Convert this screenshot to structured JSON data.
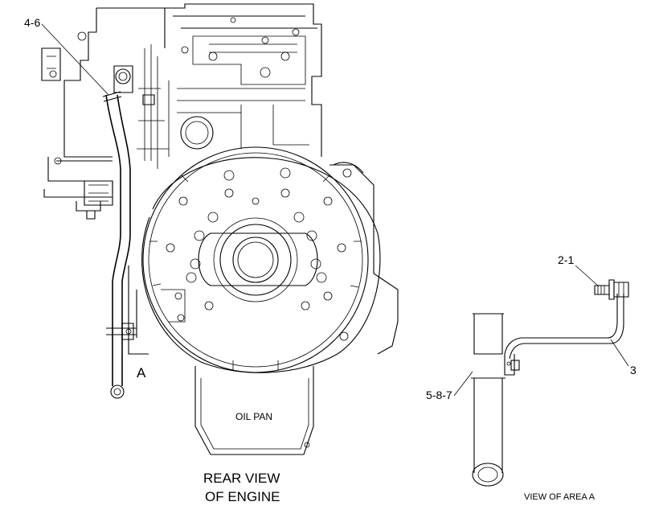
{
  "callouts": {
    "hose": "4-6",
    "bolt": "2-1",
    "bracket": "3",
    "clip": "5-8-7"
  },
  "area_marker": "A",
  "oil_pan": "OIL PAN",
  "rear_view": [
    "REAR VIEW",
    "OF ENGINE"
  ],
  "area_caption": "VIEW OF AREA  A"
}
